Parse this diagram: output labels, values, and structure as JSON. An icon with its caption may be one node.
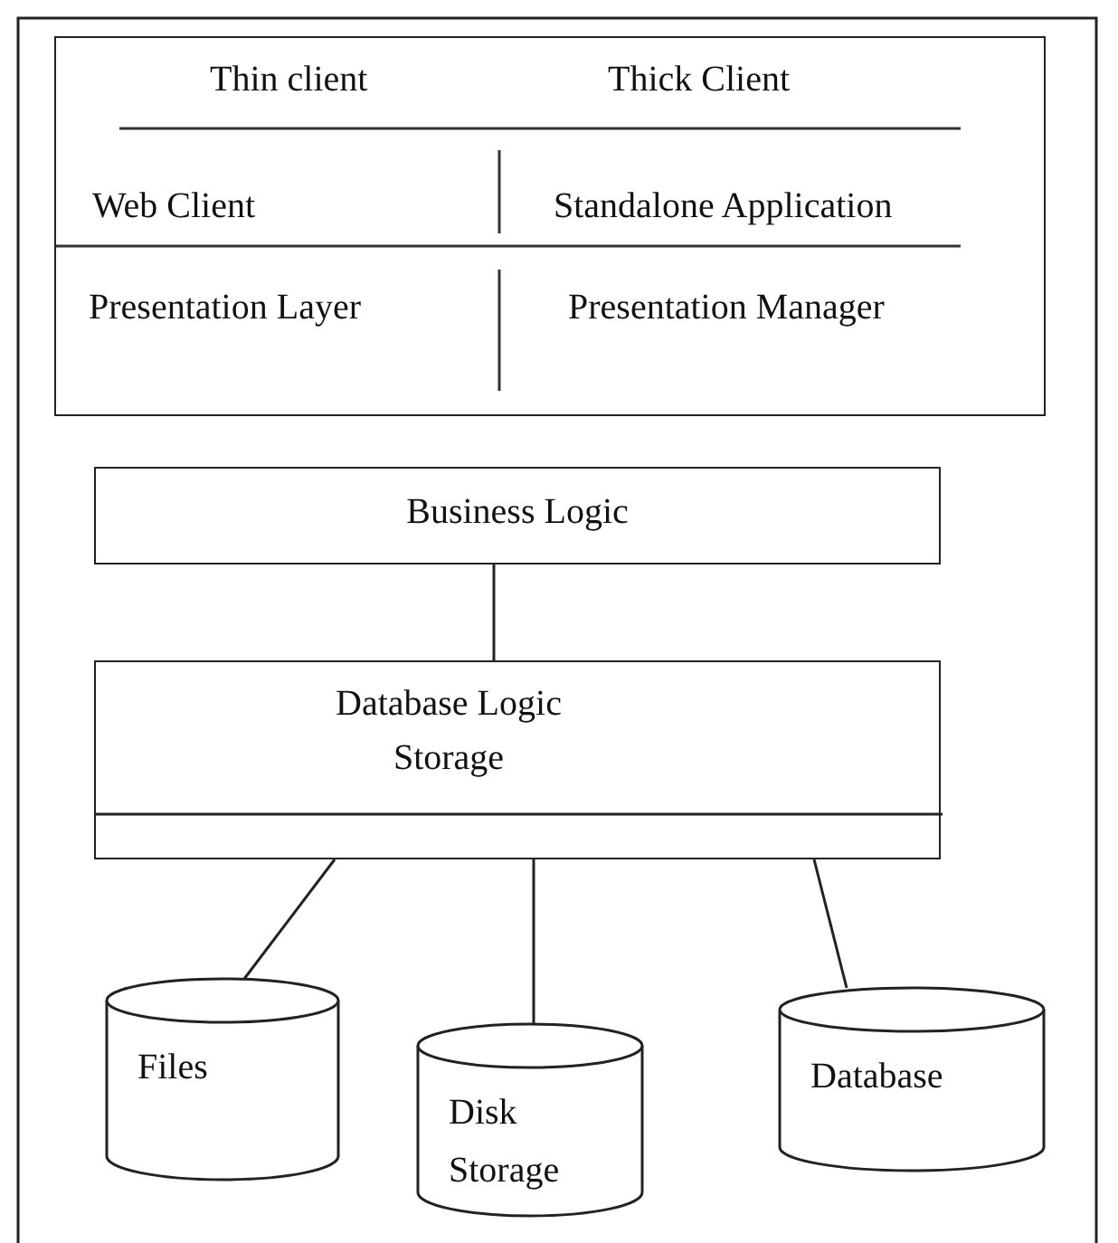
{
  "diagram": {
    "nodes": [
      {
        "text": [
          "Thin client",
          "Thick Client",
          "Web Client",
          "Standalone Application",
          "Presentation Layer",
          "Presentation Manager"
        ]
      },
      {
        "text": [
          "Business Logic"
        ]
      },
      {
        "text": [
          "Database Logic Storage"
        ]
      },
      {
        "text": [
          "Files"
        ]
      },
      {
        "text": [
          "Disk Storage"
        ]
      },
      {
        "text": [
          "Database"
        ]
      }
    ],
    "edges": [
      {
        "from": 1,
        "to": 2,
        "arrow": "none"
      },
      {
        "from": 2,
        "to": 3,
        "arrow": "none"
      },
      {
        "from": 2,
        "to": 4,
        "arrow": "none"
      },
      {
        "from": 2,
        "to": 5,
        "arrow": "none"
      }
    ]
  }
}
